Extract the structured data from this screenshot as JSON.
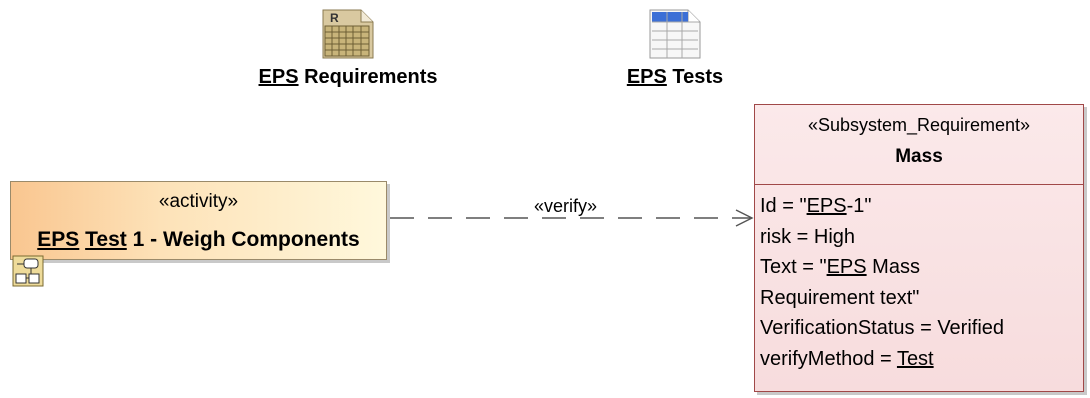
{
  "tables": [
    {
      "prefix": "EPS",
      "suffix": " Requirements",
      "icon": "requirement-table-icon",
      "icon_letter": "R"
    },
    {
      "prefix": "EPS",
      "suffix": " Tests",
      "icon": "generic-table-icon"
    }
  ],
  "activity": {
    "stereotype": "«activity»",
    "title_part1": "EPS",
    "title_part2": "Test",
    "title_part3": " 1 - Weigh Components",
    "icon": "activity-diagram-icon"
  },
  "relation": {
    "label": "«verify»"
  },
  "requirement": {
    "stereotype": "«Subsystem_Requirement»",
    "name": "Mass",
    "id_pre": "Id = \"",
    "id_link": "EPS",
    "id_post": "-1\"",
    "risk": "risk = High",
    "text_pre": "Text = \"",
    "text_link": "EPS",
    "text_post": " Mass",
    "text_line2": "Requirement text\"",
    "verification_status": "VerificationStatus = Verified",
    "verify_method_pre": "verifyMethod = ",
    "verify_method_link": "Test"
  },
  "colors": {
    "activity_fill_start": "#f9c690",
    "activity_fill_end": "#fff8dc",
    "requirement_fill": "#f9e3e4",
    "requirement_border": "#a04848",
    "connector": "#555555"
  }
}
